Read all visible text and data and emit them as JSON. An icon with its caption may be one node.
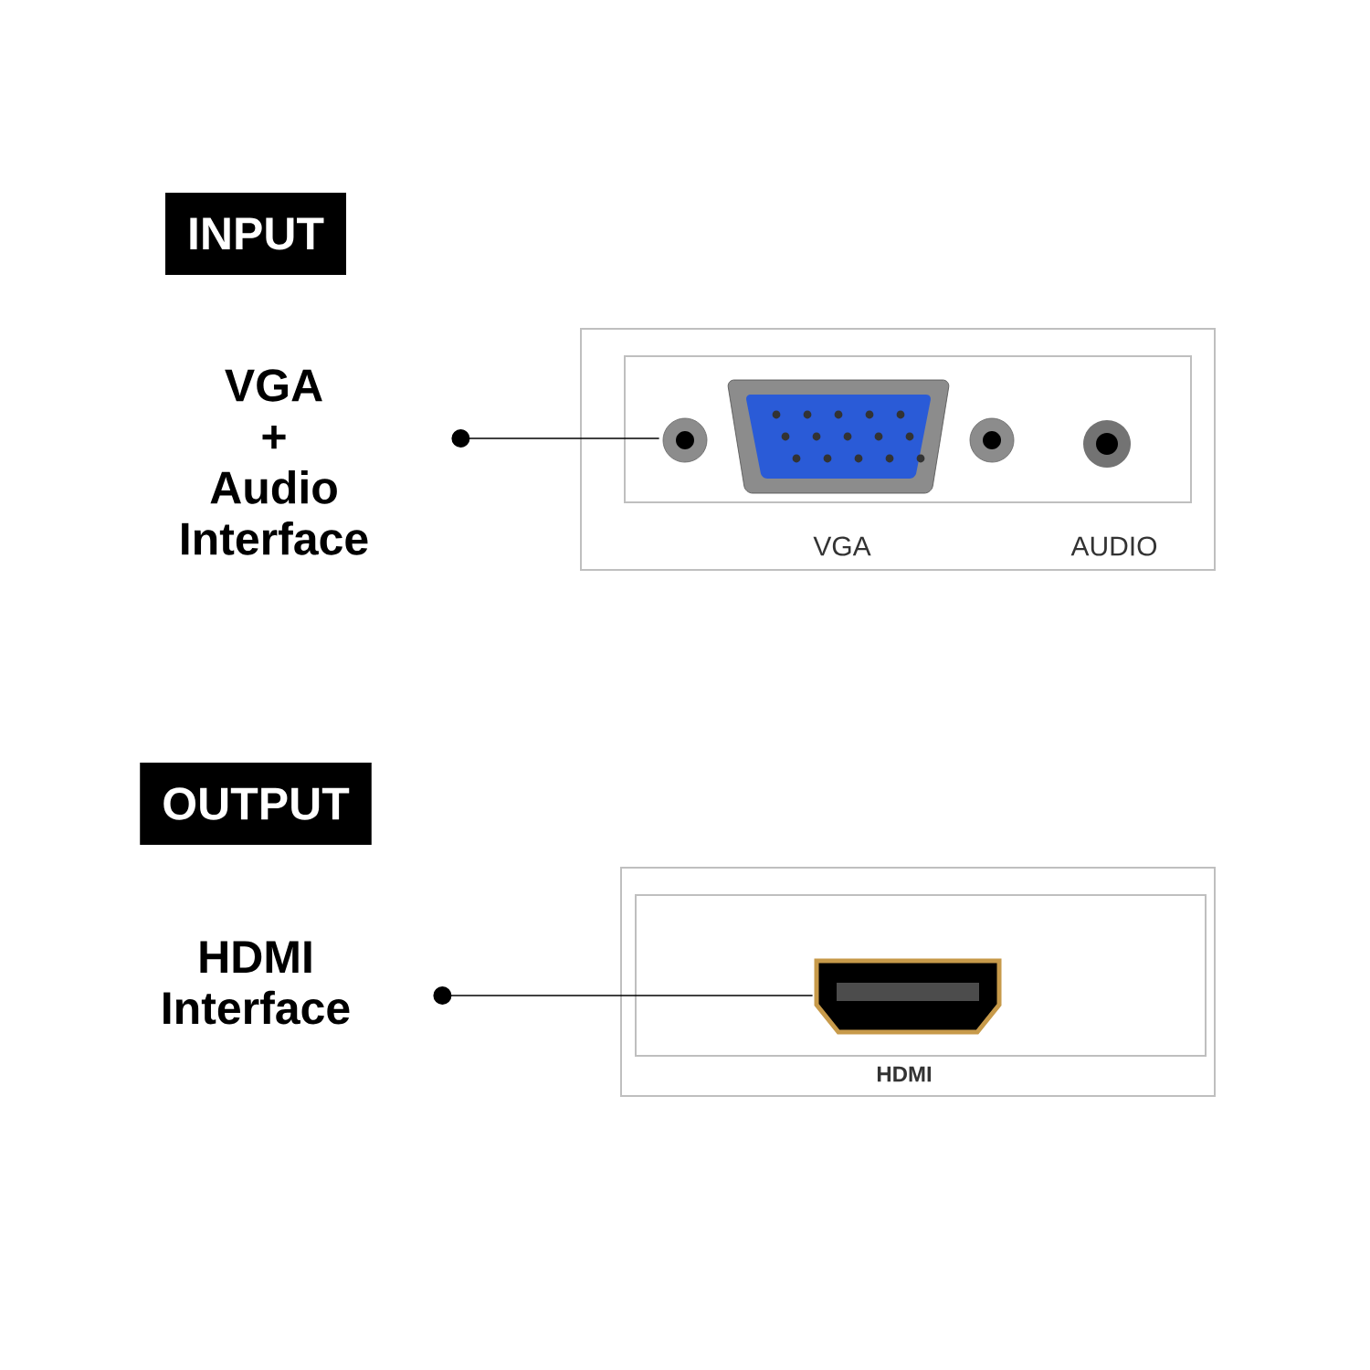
{
  "diagram": {
    "nodes": [
      {
        "text": [
          "INPUT"
        ]
      },
      {
        "text": [
          "VGA + Audio Interface"
        ]
      },
      {
        "text": [],
        "shape": "picture"
      },
      {
        "text": [
          "OUTPUT"
        ]
      },
      {
        "text": [
          "HDMI Interface"
        ]
      },
      {
        "text": [],
        "shape": "picture"
      }
    ],
    "edges": [
      {
        "from": 1,
        "to": 2,
        "arrow": "other"
      },
      {
        "from": 4,
        "to": 5,
        "arrow": "other"
      }
    ],
    "labels": [
      "VGA",
      "AUDIO",
      "HDMI"
    ]
  }
}
